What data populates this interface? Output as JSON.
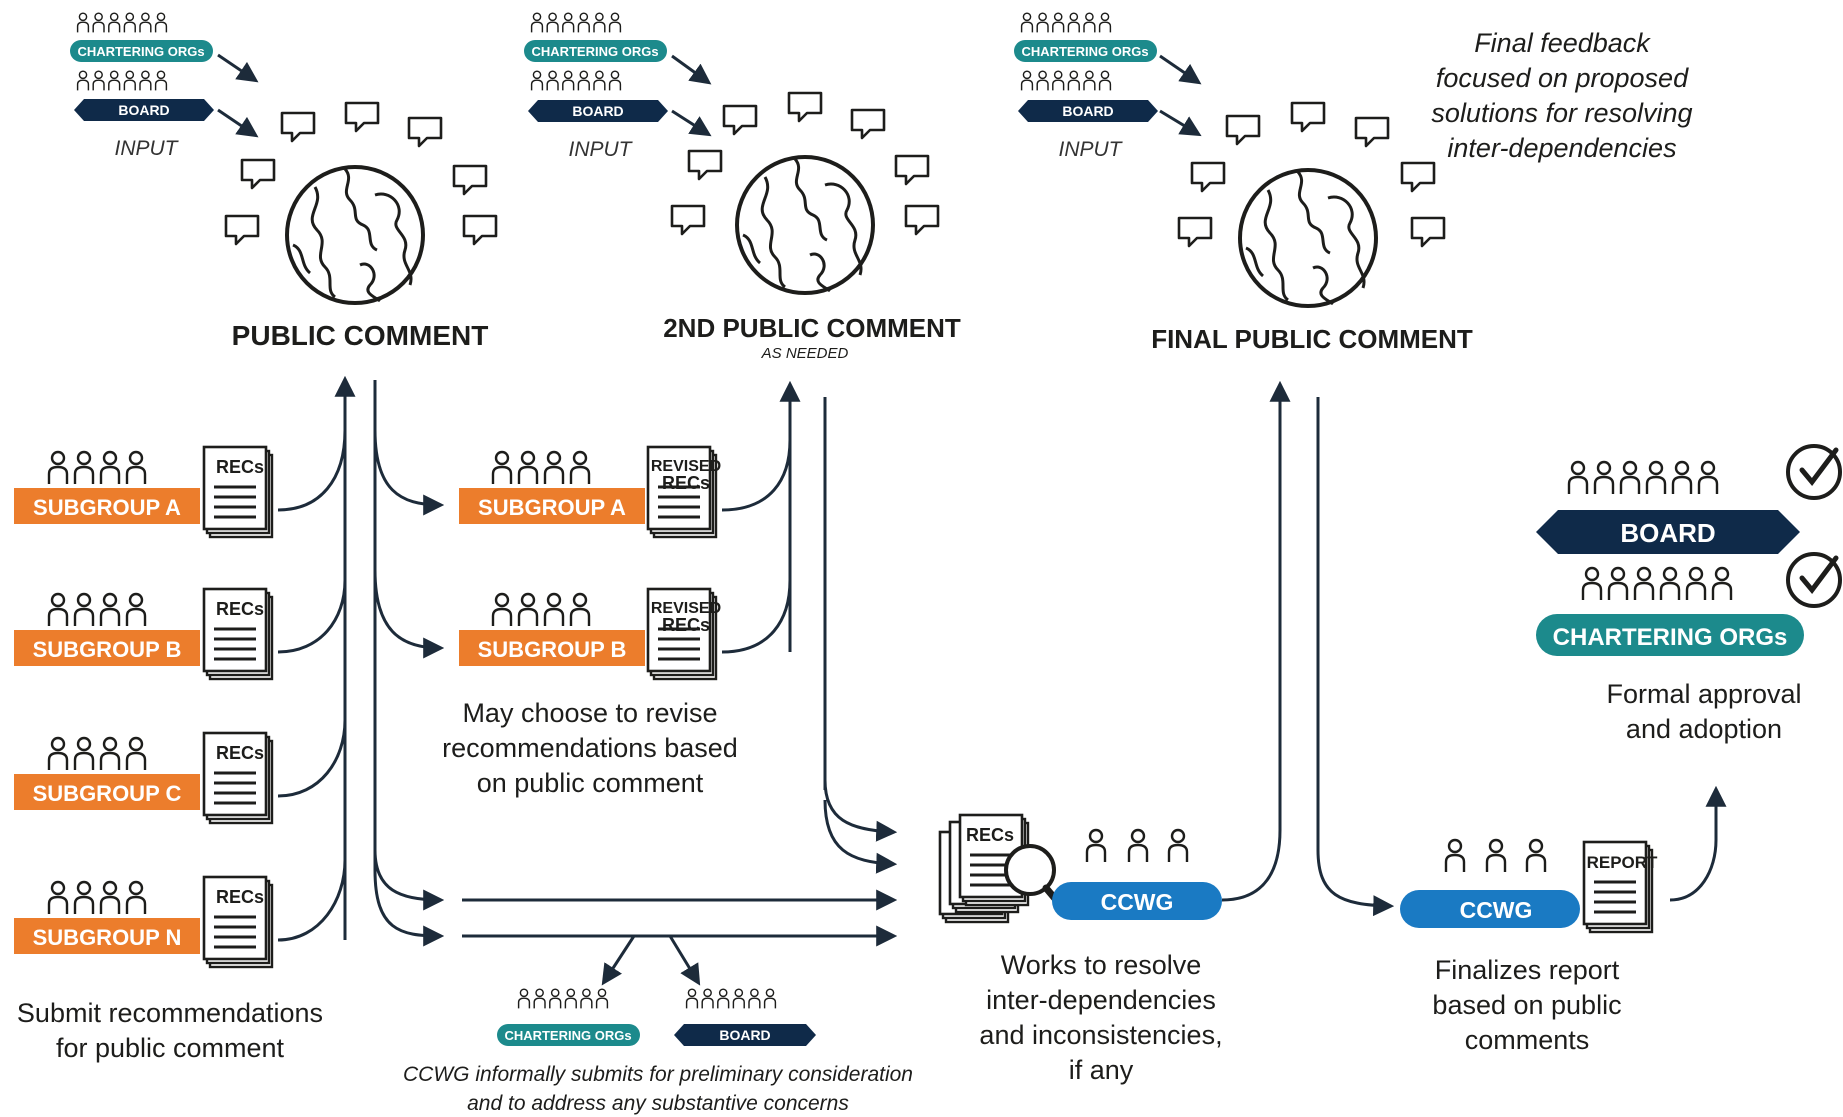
{
  "colors": {
    "orange": "#ec7d2c",
    "teal": "#1c8a8c",
    "navy": "#0f2a49",
    "blue": "#1a7ac3",
    "ink": "#1d1d1b"
  },
  "top": {
    "chartering": "CHARTERING ORGs",
    "board": "BOARD",
    "input": "INPUT",
    "public_comment": "PUBLIC COMMENT",
    "second_public_comment": "2ND PUBLIC COMMENT",
    "as_needed": "AS NEEDED",
    "final_public_comment": "FINAL PUBLIC COMMENT",
    "final_feedback": [
      "Final feedback",
      "focused on proposed",
      "solutions for resolving",
      "inter-dependencies"
    ]
  },
  "subgroups": [
    {
      "label": "SUBGROUP A",
      "doc": "RECs"
    },
    {
      "label": "SUBGROUP B",
      "doc": "RECs"
    },
    {
      "label": "SUBGROUP C",
      "doc": "RECs"
    },
    {
      "label": "SUBGROUP N",
      "doc": "RECs"
    }
  ],
  "revised": [
    {
      "label": "SUBGROUP A",
      "doc_line1": "REVISED",
      "doc_line2": "RECs"
    },
    {
      "label": "SUBGROUP B",
      "doc_line1": "REVISED",
      "doc_line2": "RECs"
    }
  ],
  "captions": {
    "submit": [
      "Submit recommendations",
      "for public comment"
    ],
    "revise": [
      "May choose to revise",
      "recommendations based",
      "on public comment"
    ],
    "informal": [
      "CCWG informally submits for preliminary consideration",
      "and to address any substantive concerns"
    ],
    "resolve": [
      "Works to resolve",
      "inter-dependencies",
      "and inconsistencies,",
      "if any"
    ],
    "finalize": [
      "Finalizes report",
      "based on public",
      "comments"
    ],
    "approval": [
      "Formal approval",
      "and adoption"
    ]
  },
  "ccwg": {
    "label": "CCWG",
    "recs": "RECs",
    "report": "REPORT"
  },
  "approval": {
    "board": "BOARD",
    "chartering": "CHARTERING ORGs"
  },
  "icons": [
    "person-group-icon",
    "speech-bubble-icon",
    "globe-icon",
    "document-icon",
    "magnifier-icon",
    "checkmark-icon",
    "arrow-icon"
  ]
}
